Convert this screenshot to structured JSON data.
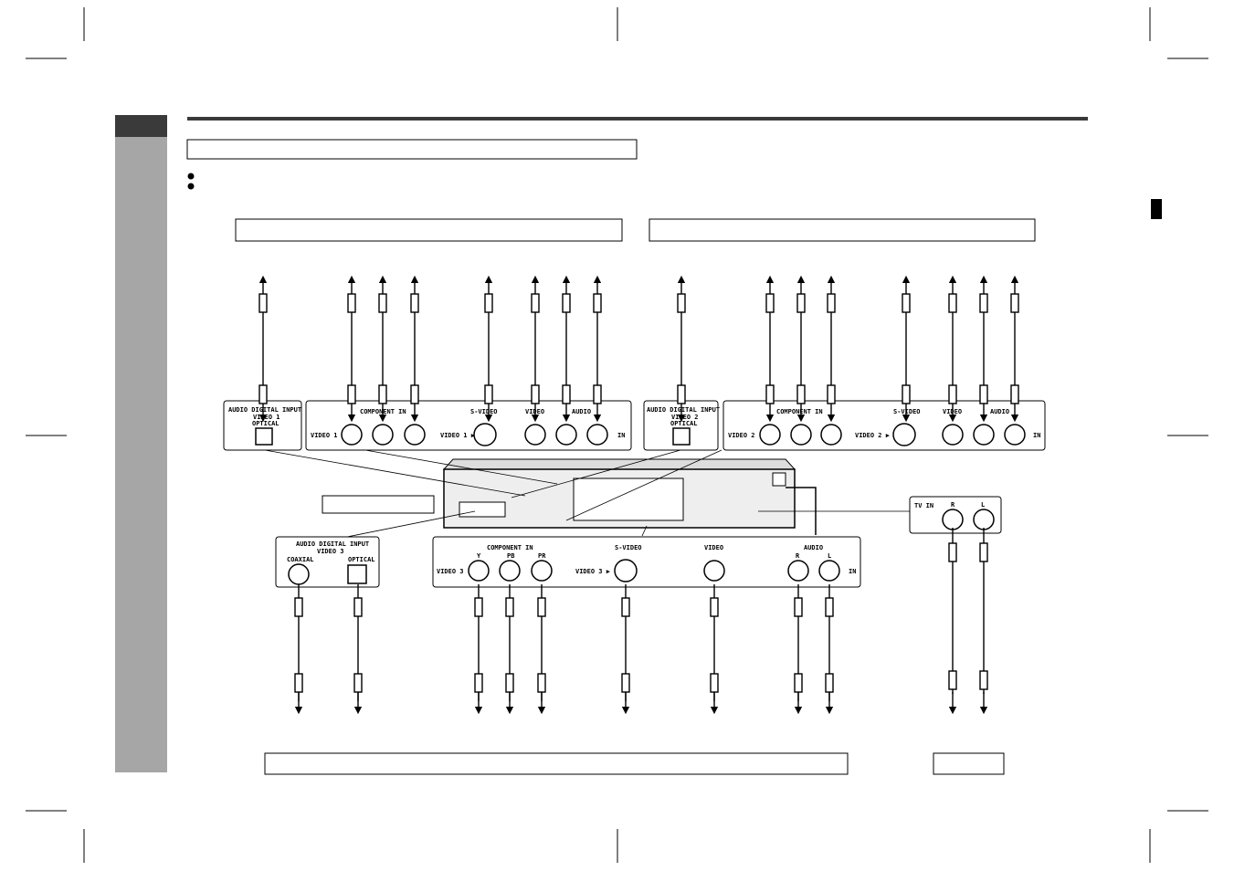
{
  "colors": {
    "sidebar": "#a6a6a6",
    "sidebar_tab": "#3a3a3a",
    "rule": "#3a3a3a",
    "ink": "#000000"
  },
  "panels": {
    "video1_digital": {
      "title": "AUDIO DIGITAL INPUT",
      "sub": "VIDEO 1",
      "optical": "OPTICAL"
    },
    "video1_main": {
      "component": "COMPONENT IN",
      "row": "VIDEO 1",
      "svideo": "S-VIDEO",
      "svideo_in": "VIDEO 1 ▶",
      "video": "VIDEO",
      "audio": "AUDIO",
      "in": "IN"
    },
    "video2_digital": {
      "title": "AUDIO DIGITAL INPUT",
      "sub": "VIDEO 2",
      "optical": "OPTICAL"
    },
    "video2_main": {
      "component": "COMPONENT IN",
      "row": "VIDEO 2",
      "svideo": "S-VIDEO",
      "svideo_in": "VIDEO 2 ▶",
      "video": "VIDEO",
      "audio": "AUDIO",
      "in": "IN"
    },
    "video3_digital": {
      "title": "AUDIO DIGITAL INPUT",
      "sub": "VIDEO 3",
      "coaxial": "COAXIAL",
      "optical": "OPTICAL"
    },
    "video3_main": {
      "component": "COMPONENT IN",
      "row": "VIDEO 3",
      "y": "Y",
      "pb": "PB",
      "pr": "PR",
      "svideo": "S-VIDEO",
      "svideo_in": "VIDEO 3 ▶",
      "video": "VIDEO",
      "audio": "AUDIO",
      "r": "R",
      "l": "L",
      "in": "IN"
    },
    "tv": {
      "title": "TV IN",
      "r": "R",
      "l": "L"
    }
  }
}
